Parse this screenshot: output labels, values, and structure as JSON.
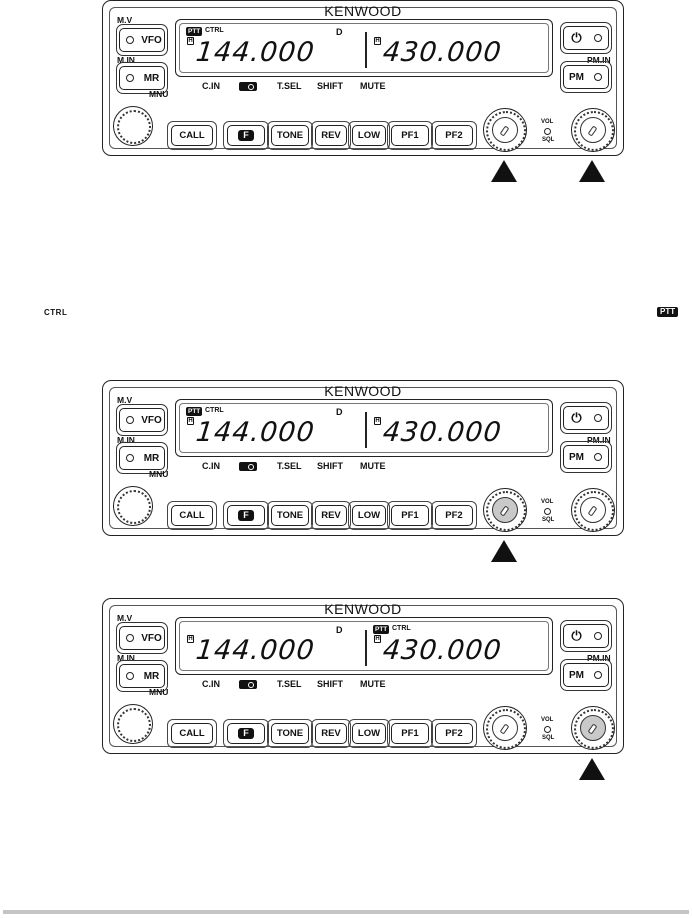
{
  "radio_panels": [
    {
      "brand": "KENWOOD",
      "labels": {
        "mv": "M.V",
        "min": "M.IN",
        "mnu": "MNU",
        "pmin": "PM.IN",
        "cin": "C.IN",
        "tsel": "T.SEL",
        "shift": "SHIFT",
        "mute": "MUTE",
        "vol": "VOL",
        "sql": "SQL"
      },
      "side_buttons": {
        "vfo": "VFO",
        "mr": "MR",
        "pm": "PM"
      },
      "power_icon": "power-icon",
      "keys": [
        "CALL",
        "F",
        "TONE",
        "REV",
        "LOW",
        "PF1",
        "PF2"
      ],
      "display": {
        "left_freq": "144.000",
        "right_freq": "430.000",
        "center_indicator": "D",
        "ptt_badge": "PTT",
        "ctrl_label": "CTRL",
        "h_badge": "H",
        "ptt_ctrl_side": "left"
      },
      "highlighted_knob": "none",
      "arrows": [
        "left-knob",
        "right-knob"
      ]
    },
    {
      "brand": "KENWOOD",
      "labels": {
        "mv": "M.V",
        "min": "M.IN",
        "mnu": "MNU",
        "pmin": "PM.IN",
        "cin": "C.IN",
        "tsel": "T.SEL",
        "shift": "SHIFT",
        "mute": "MUTE",
        "vol": "VOL",
        "sql": "SQL"
      },
      "side_buttons": {
        "vfo": "VFO",
        "mr": "MR",
        "pm": "PM"
      },
      "power_icon": "power-icon",
      "keys": [
        "CALL",
        "F",
        "TONE",
        "REV",
        "LOW",
        "PF1",
        "PF2"
      ],
      "display": {
        "left_freq": "144.000",
        "right_freq": "430.000",
        "center_indicator": "D",
        "ptt_badge": "PTT",
        "ctrl_label": "CTRL",
        "h_badge": "H",
        "ptt_ctrl_side": "left"
      },
      "highlighted_knob": "left",
      "arrows": [
        "left-knob"
      ]
    },
    {
      "brand": "KENWOOD",
      "labels": {
        "mv": "M.V",
        "min": "M.IN",
        "mnu": "MNU",
        "pmin": "PM.IN",
        "cin": "C.IN",
        "tsel": "T.SEL",
        "shift": "SHIFT",
        "mute": "MUTE",
        "vol": "VOL",
        "sql": "SQL"
      },
      "side_buttons": {
        "vfo": "VFO",
        "mr": "MR",
        "pm": "PM"
      },
      "power_icon": "power-icon",
      "keys": [
        "CALL",
        "F",
        "TONE",
        "REV",
        "LOW",
        "PF1",
        "PF2"
      ],
      "display": {
        "left_freq": "144.000",
        "right_freq": "430.000",
        "center_indicator": "D",
        "ptt_badge": "PTT",
        "ctrl_label": "CTRL",
        "h_badge": "H",
        "ptt_ctrl_side": "right"
      },
      "highlighted_knob": "right",
      "arrows": [
        "right-knob"
      ]
    }
  ],
  "legend": {
    "ctrl_text": "CTRL",
    "ptt_text": "PTT"
  },
  "colors": {
    "ink": "#111111",
    "knob_highlight": "#c9c9c9",
    "rule": "#c4c4c4"
  }
}
